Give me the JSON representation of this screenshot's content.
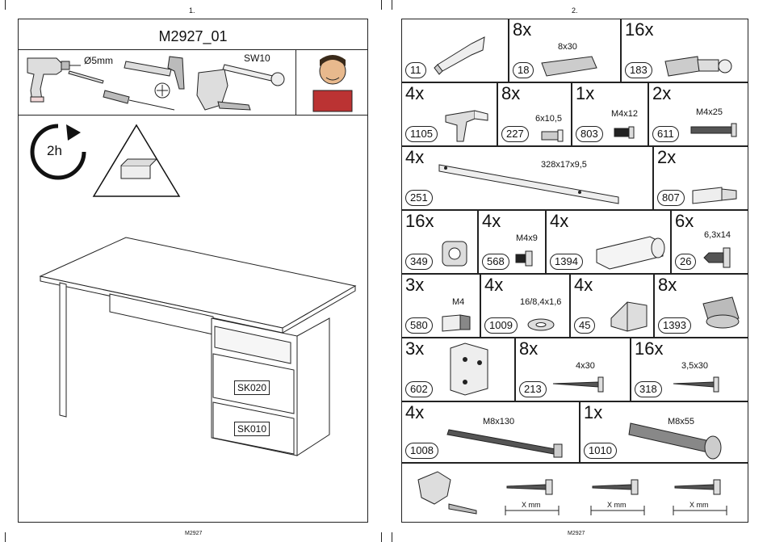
{
  "pages": {
    "left_number": "1.",
    "right_number": "2.",
    "left_footer": "M2927",
    "right_footer": "M2927"
  },
  "left": {
    "title": "M2927_01",
    "tools": {
      "drill_size": "Ø5mm",
      "wrench_size": "SW10"
    },
    "time": "2h",
    "drawer_labels": [
      "SK020",
      "SK010"
    ]
  },
  "parts": [
    {
      "qty": "",
      "number": "11",
      "dim": ""
    },
    {
      "qty": "8x",
      "number": "18",
      "dim": "8x30"
    },
    {
      "qty": "16x",
      "number": "183",
      "dim": ""
    },
    {
      "qty": "4x",
      "number": "1105",
      "dim": ""
    },
    {
      "qty": "8x",
      "number": "227",
      "dim": "6x10,5"
    },
    {
      "qty": "1x",
      "number": "803",
      "dim": "M4x12"
    },
    {
      "qty": "2x",
      "number": "611",
      "dim": "M4x25"
    },
    {
      "qty": "4x",
      "number": "251",
      "dim": "328x17x9,5"
    },
    {
      "qty": "2x",
      "number": "807",
      "dim": ""
    },
    {
      "qty": "16x",
      "number": "349",
      "dim": ""
    },
    {
      "qty": "4x",
      "number": "568",
      "dim": "M4x9"
    },
    {
      "qty": "4x",
      "number": "1394",
      "dim": ""
    },
    {
      "qty": "6x",
      "number": "26",
      "dim": "6,3x14"
    },
    {
      "qty": "3x",
      "number": "580",
      "dim": "M4"
    },
    {
      "qty": "4x",
      "number": "1009",
      "dim": "16/8,4x1,6"
    },
    {
      "qty": "4x",
      "number": "45",
      "dim": ""
    },
    {
      "qty": "8x",
      "number": "1393",
      "dim": ""
    },
    {
      "qty": "3x",
      "number": "602",
      "dim": ""
    },
    {
      "qty": "8x",
      "number": "213",
      "dim": "4x30"
    },
    {
      "qty": "16x",
      "number": "318",
      "dim": "3,5x30"
    },
    {
      "qty": "4x",
      "number": "1008",
      "dim": "M8x130"
    },
    {
      "qty": "1x",
      "number": "1010",
      "dim": "M8x55"
    }
  ],
  "legend": {
    "measure_label": "X mm"
  }
}
